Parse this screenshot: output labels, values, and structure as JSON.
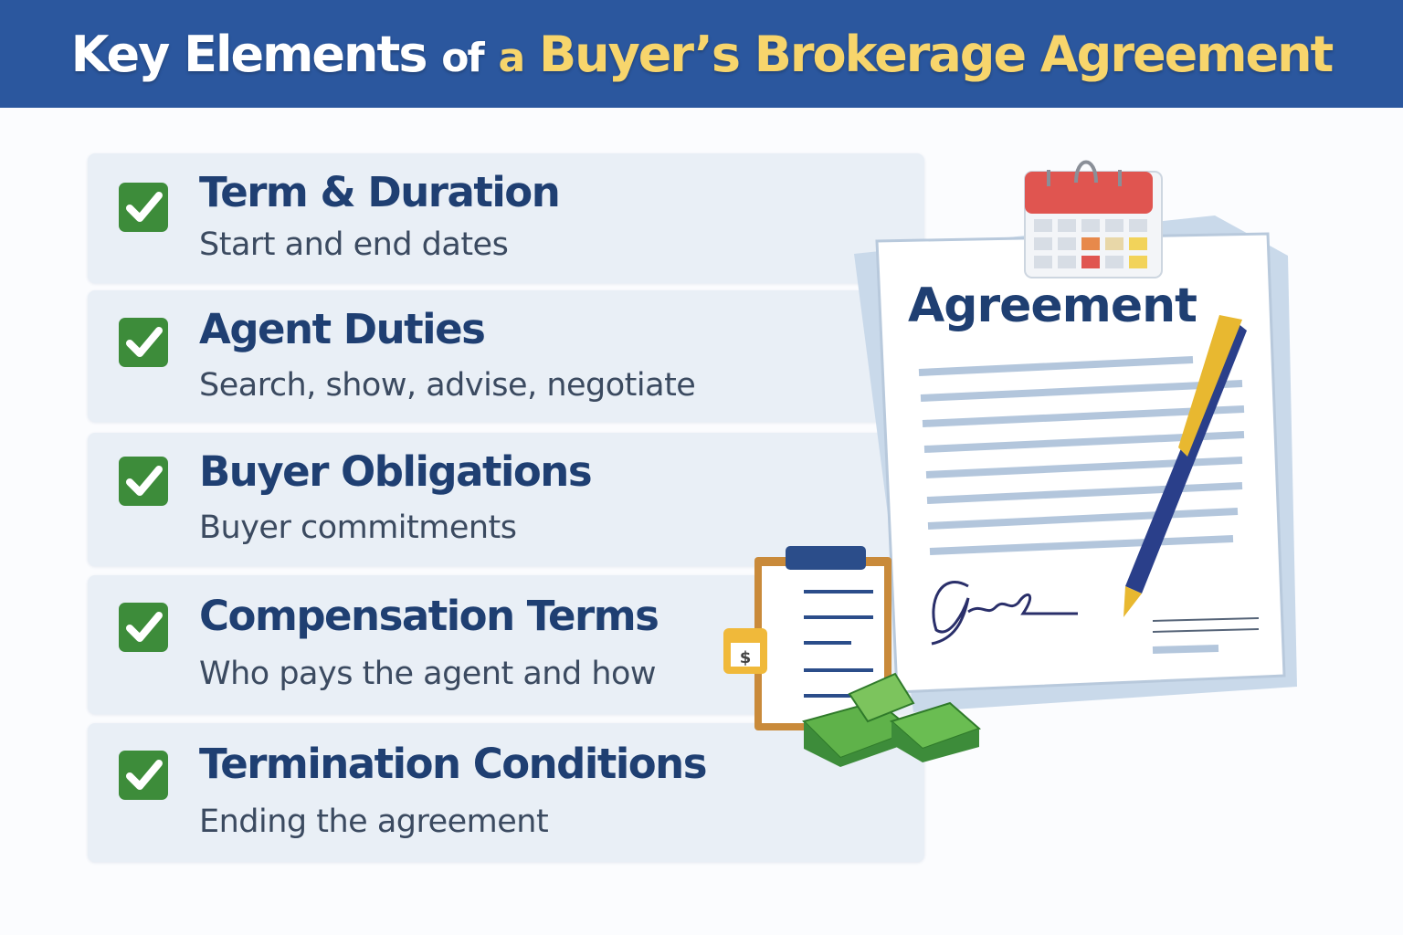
{
  "header": {
    "title_part1": "Key Elements",
    "title_part2": "of",
    "title_part3": "a",
    "title_accent": "Buyer’s Brokerage Agreement"
  },
  "items": [
    {
      "title": "Term & Duration",
      "subtitle": "Start and end dates"
    },
    {
      "title": "Agent Duties",
      "subtitle": "Search, show, advise, negotiate"
    },
    {
      "title": "Buyer Obligations",
      "subtitle": "Buyer commitments"
    },
    {
      "title": "Compensation Terms",
      "subtitle": "Who pays the agent and how"
    },
    {
      "title": "Termination Conditions",
      "subtitle": "Ending the agreement"
    }
  ],
  "illustration": {
    "document_title": "Agreement",
    "dollar_sign": "$"
  },
  "colors": {
    "header_bg": "#2b579e",
    "title_accent": "#f7d56c",
    "check_green": "#3d8c3a",
    "card_bg": "#e9eff6",
    "heading_text": "#1f3f72"
  }
}
